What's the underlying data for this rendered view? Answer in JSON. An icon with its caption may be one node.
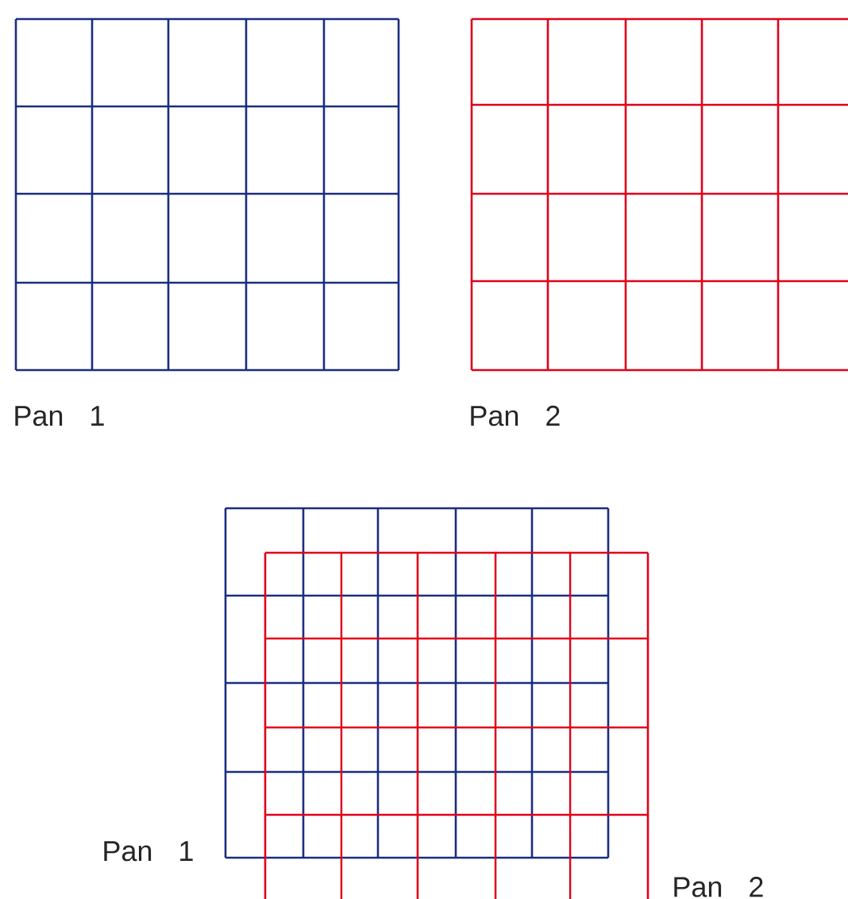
{
  "diagram": {
    "labels": [
      "Pan 1",
      "Pan 2",
      "Pan 1",
      "Pan 2"
    ]
  }
}
